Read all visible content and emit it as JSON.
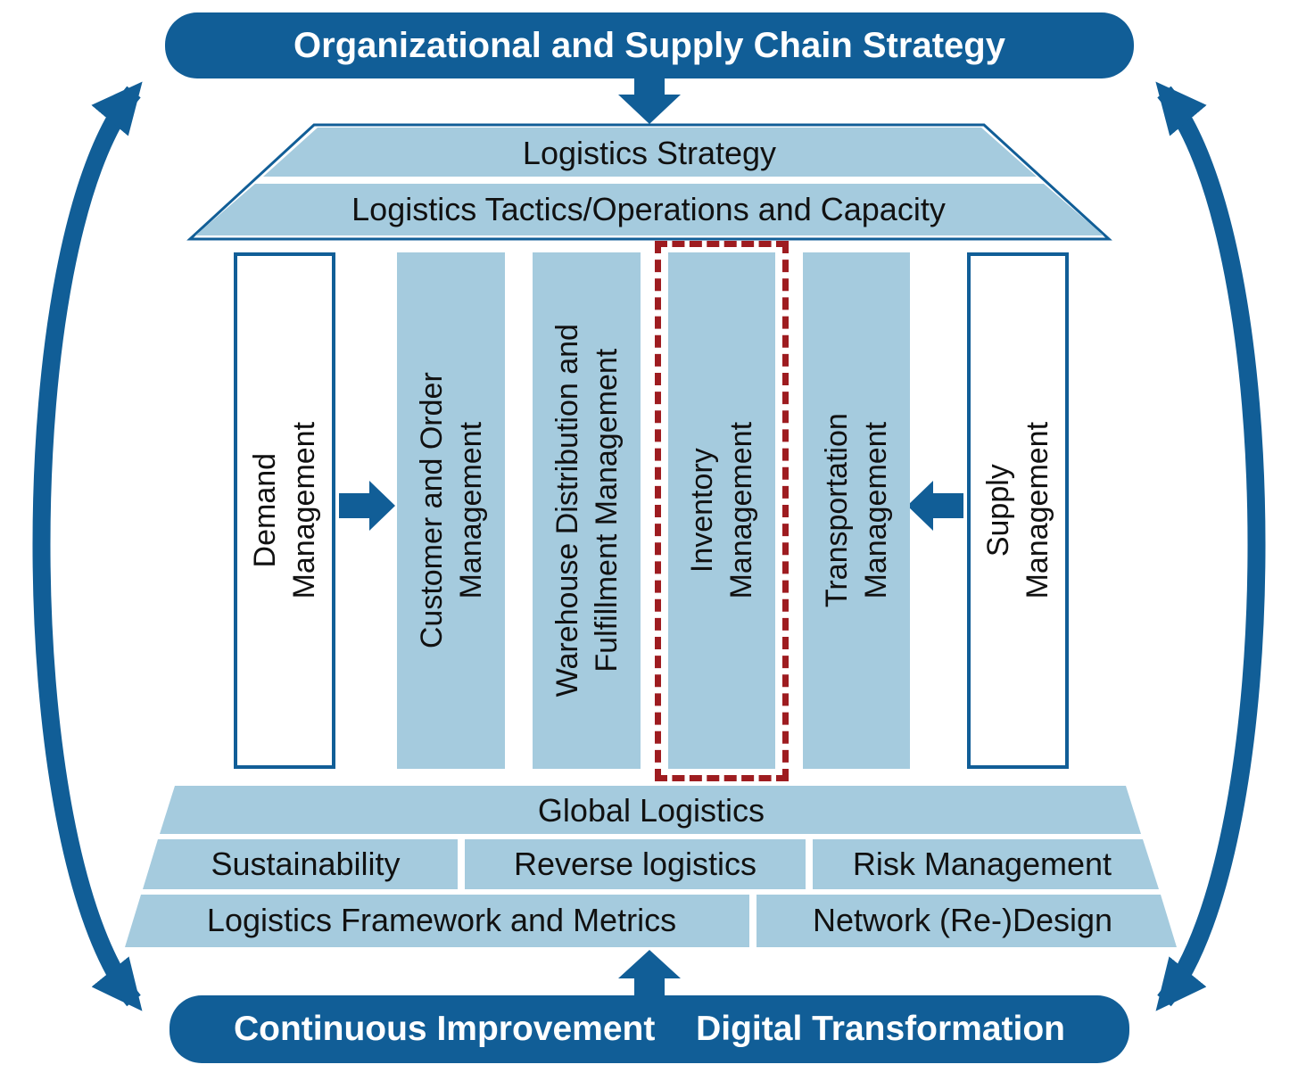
{
  "colors": {
    "dark_blue": "#115E97",
    "light_blue": "#A5CBDE",
    "highlight_red": "#9E1C20"
  },
  "top_banner": {
    "label": "Organizational and Supply Chain Strategy"
  },
  "roof": {
    "level1": "Logistics Strategy",
    "level2": "Logistics Tactics/Operations and Capacity"
  },
  "pillars": {
    "demand": "Demand\nManagement",
    "customer_order": "Customer and Order\nManagement",
    "warehouse": "Warehouse Distribution and\nFulfillment Management",
    "inventory": "Inventory\nManagement",
    "transportation": "Transportation\nManagement",
    "supply": "Supply\nManagement"
  },
  "base": {
    "global": "Global Logistics",
    "sustainability": "Sustainability",
    "reverse": "Reverse logistics",
    "risk": "Risk Management",
    "framework": "Logistics Framework and Metrics",
    "network": "Network (Re-)Design"
  },
  "bottom_banner": {
    "left": "Continuous Improvement",
    "right": "Digital Transformation"
  }
}
